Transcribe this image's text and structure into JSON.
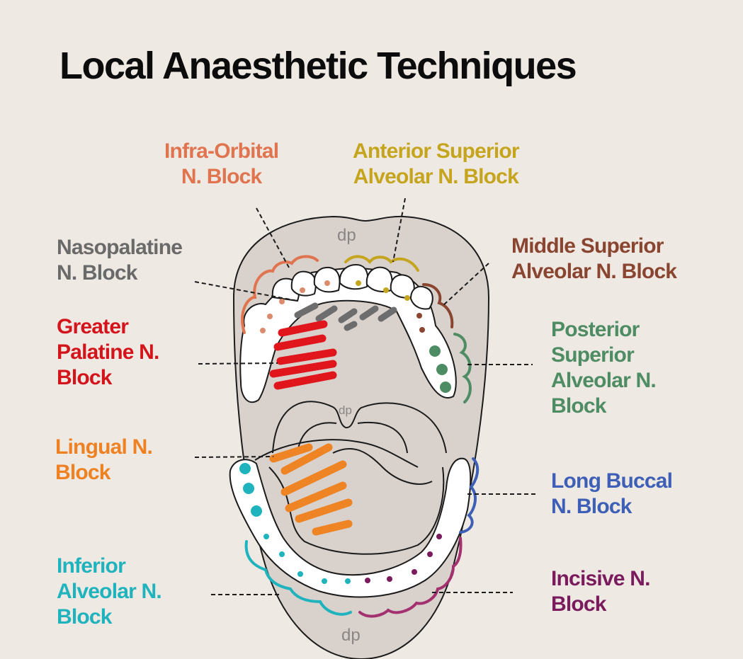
{
  "title": "Local Anaesthetic Techniques",
  "watermark": "dp",
  "colors": {
    "background": "#efe9e4",
    "mouth": "#d9d1cc",
    "outline": "#1b1b1b",
    "tooth": "#ffffff"
  },
  "labels": {
    "infra_orbital": {
      "lines": [
        "Infra-Orbital",
        "N. Block"
      ],
      "color": "#e0744f"
    },
    "anterior_superior_alveolar": {
      "lines": [
        "Anterior Superior",
        "Alveolar N. Block"
      ],
      "color": "#c6a51e"
    },
    "nasopalatine": {
      "lines": [
        "Nasopalatine",
        "N. Block"
      ],
      "color": "#6a6a6a"
    },
    "middle_superior_alveolar": {
      "lines": [
        "Middle Superior",
        "Alveolar N. Block"
      ],
      "color": "#8a4530"
    },
    "greater_palatine": {
      "lines": [
        "Greater",
        "Palatine N.",
        "Block"
      ],
      "color": "#d4141b"
    },
    "posterior_superior_alveolar": {
      "lines": [
        "Posterior",
        "Superior",
        "Alveolar N.",
        "Block"
      ],
      "color": "#4e8c63"
    },
    "lingual": {
      "lines": [
        "Lingual N.",
        "Block"
      ],
      "color": "#ee8223"
    },
    "long_buccal": {
      "lines": [
        "Long Buccal",
        "N. Block"
      ],
      "color": "#3e5fb6"
    },
    "inferior_alveolar": {
      "lines": [
        "Inferior",
        "Alveolar N.",
        "Block"
      ],
      "color": "#1fb3bd"
    },
    "incisive": {
      "lines": [
        "Incisive N.",
        "Block"
      ],
      "color": "#7a1b5e"
    }
  }
}
